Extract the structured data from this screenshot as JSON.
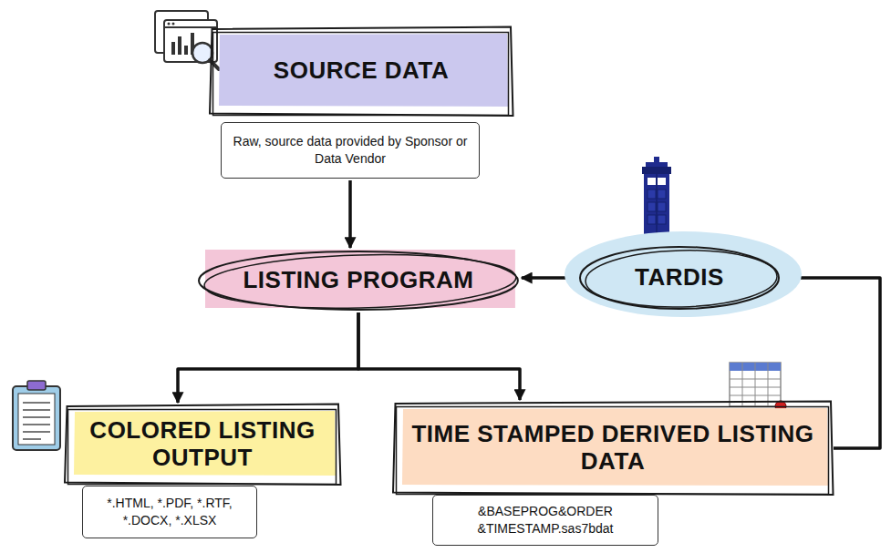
{
  "diagram": {
    "nodes": [
      {
        "text": [
          "SOURCE DATA"
        ]
      },
      {
        "text": [
          "Raw, source data provided by Sponsor or Data Vendor"
        ]
      },
      {
        "text": [
          "LISTING PROGRAM"
        ]
      },
      {
        "text": [
          "TARDIS"
        ]
      },
      {
        "text": [
          "COLORED LISTING OUTPUT"
        ]
      },
      {
        "text": [
          "*.HTML, *.PDF, *.RTF, *.DOCX, *.XLSX"
        ]
      },
      {
        "text": [
          "TIME STAMPED DERIVED LISTING DATA"
        ]
      },
      {
        "text": [
          "&BASEPROG&ORDER &TIMESTAMP.sas7bdat"
        ]
      }
    ],
    "edges": [
      {
        "from": 1,
        "to": 2,
        "arrow": "to"
      },
      {
        "from": 3,
        "to": 2,
        "arrow": "to"
      },
      {
        "from": 2,
        "to": 4,
        "arrow": "to"
      },
      {
        "from": 2,
        "to": 6,
        "arrow": "to"
      },
      {
        "from": 6,
        "to": 3,
        "arrow": "to"
      }
    ]
  }
}
